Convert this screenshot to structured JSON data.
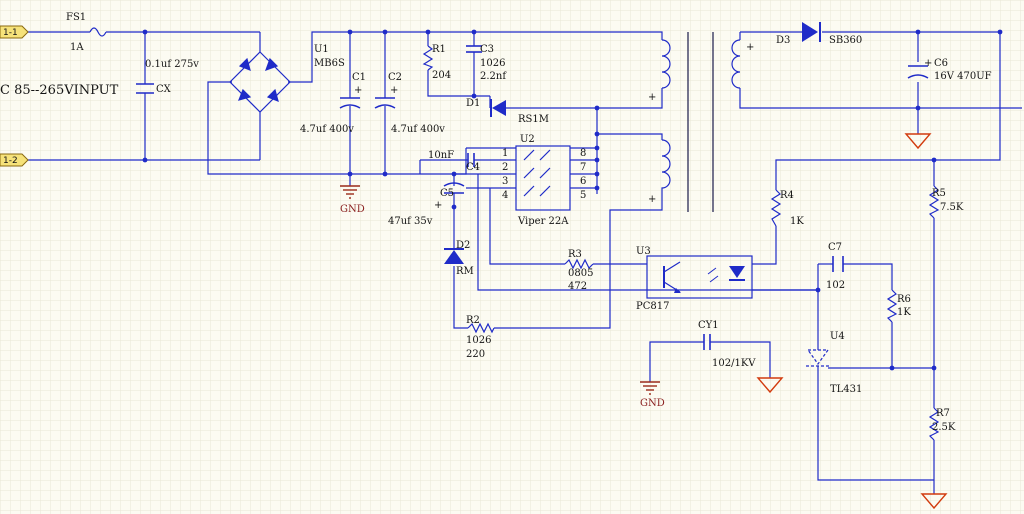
{
  "colors": {
    "wire": "#1f2bc8",
    "ground_net": "#9a2b1a",
    "ground_plain": "#d23b0e",
    "port_fill": "#f6e27a",
    "dot": "#7a1414",
    "grid": "#e9e7d6",
    "background": "#fcfbf2"
  },
  "ports": {
    "line": "1-1",
    "neutral": "1-2"
  },
  "input_text": "C 85--265VINPUT",
  "components": {
    "fs1": {
      "ref": "FS1",
      "value": "1A"
    },
    "cx": {
      "value": "0.1uf 275v",
      "ref": "CX"
    },
    "u1": {
      "ref": "U1",
      "value": "MB6S"
    },
    "c1": {
      "ref": "C1",
      "value": "4.7uf 400v",
      "polarity": "+"
    },
    "c2": {
      "ref": "C2",
      "value": "4.7uf 400v",
      "polarity": "+"
    },
    "r1": {
      "ref": "R1",
      "value": "204"
    },
    "c3": {
      "ref": "C3",
      "value1": "1026",
      "value2": "2.2nf"
    },
    "d1": {
      "ref": "D1",
      "value": "RS1M"
    },
    "u2": {
      "ref": "U2",
      "value": "Viper 22A",
      "pins_left": [
        "1",
        "2",
        "3",
        "4"
      ],
      "pins_right": [
        "8",
        "7",
        "6",
        "5"
      ]
    },
    "c4": {
      "value": "10nF",
      "ref": "C4"
    },
    "c5": {
      "ref": "C5",
      "value": "47uf 35v",
      "polarity": "+"
    },
    "d2": {
      "ref": "D2",
      "value": "RM"
    },
    "r2": {
      "ref": "R2",
      "value1": "1026",
      "value2": "220"
    },
    "r3": {
      "ref": "R3",
      "value1": "0805",
      "value2": "472"
    },
    "u3": {
      "ref": "U3",
      "value": "PC817"
    },
    "cy1": {
      "ref": "CY1",
      "value": "102/1KV"
    },
    "d3": {
      "ref": "D3",
      "value": "SB360"
    },
    "c6": {
      "ref": "C6",
      "value": "16V  470UF",
      "polarity": "+"
    },
    "r4": {
      "ref": "R4",
      "value": "1K"
    },
    "r5": {
      "ref": "R5",
      "value": "7.5K"
    },
    "c7": {
      "ref": "C7",
      "value": "102"
    },
    "r6": {
      "ref": "R6",
      "value": "1K"
    },
    "u4": {
      "ref": "U4",
      "value": "TL431"
    },
    "r7": {
      "ref": "R7",
      "value": "2.5K"
    }
  },
  "gnd_label": "GND",
  "transformer": {
    "dot": "+"
  }
}
